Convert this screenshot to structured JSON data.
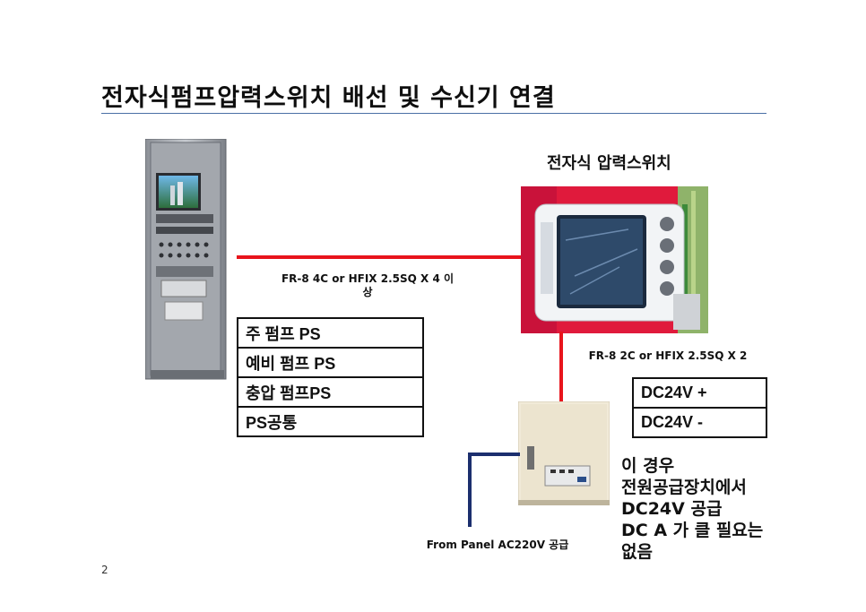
{
  "title": "전자식펌프압력스위치 배선 및 수신기 연결",
  "switch_title": "전자식 압력스위치",
  "cables": {
    "signal": "FR-8 4C or HFIX 2.5SQ X 4 이상",
    "power": "FR-8 2C or HFIX 2.5SQ X 2",
    "ac_supply": "From Panel AC220V 공급"
  },
  "ps_table": [
    "주 펌프 PS",
    "예비 펌프 PS",
    "충압 펌프PS",
    "PS공통"
  ],
  "dc_table": [
    "DC24V +",
    "DC24V -"
  ],
  "note_lines": [
    "이 경우",
    "전원공급장치에서",
    "DC24V 공급",
    "DC A 가 클 필요는",
    "없음"
  ],
  "page_number": "2",
  "colors": {
    "signal_wire": "#e8141c",
    "ac_wire": "#1c2f6e",
    "title_rule": "#4a6fa5"
  }
}
